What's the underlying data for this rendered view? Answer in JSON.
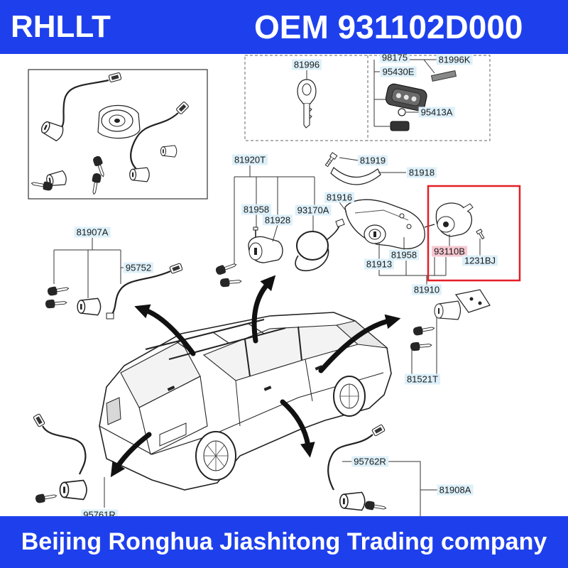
{
  "header": {
    "brand": "RHLLT",
    "oem": "OEM 931102D000"
  },
  "footer": {
    "company": "Beijing Ronghua Jiashitong Trading company"
  },
  "colors": {
    "bar": "#1e40ec",
    "text_on_bar": "#ffffff",
    "highlight_frame": "#e41e26",
    "callout_fill": "#ddf0f9",
    "highlight_callout_fill": "#f6c7d0"
  },
  "callouts": [
    {
      "text": "81996"
    },
    {
      "text": "98175"
    },
    {
      "text": "81996K"
    },
    {
      "text": "95430E"
    },
    {
      "text": "95413A"
    },
    {
      "text": "81920T"
    },
    {
      "text": "81919"
    },
    {
      "text": "81918"
    },
    {
      "text": "81916"
    },
    {
      "text": "81958"
    },
    {
      "text": "93170A"
    },
    {
      "text": "81928"
    },
    {
      "text": "81907A"
    },
    {
      "text": "95752"
    },
    {
      "text": "93110B",
      "highlighted": true
    },
    {
      "text": "1231BJ"
    },
    {
      "text": "81958"
    },
    {
      "text": "81913"
    },
    {
      "text": "81910"
    },
    {
      "text": "81521T"
    },
    {
      "text": "95762R"
    },
    {
      "text": "81908A"
    },
    {
      "text": "95761R"
    }
  ]
}
